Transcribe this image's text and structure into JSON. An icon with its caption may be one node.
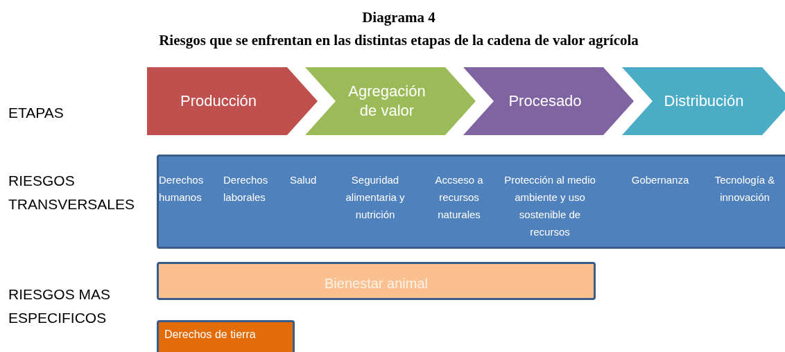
{
  "diagram": {
    "title": "Diagrama 4",
    "caption": "Riesgos que se enfrentan en las distintas etapas de la cadena de valor agrícola",
    "nodes": [
      {
        "text": [
          "Producción"
        ]
      },
      {
        "text": [
          "Agregación de valor"
        ]
      },
      {
        "text": [
          "Procesado"
        ]
      },
      {
        "text": [
          "Distribución"
        ]
      },
      {
        "text": [
          "Derechos humanos",
          "Derechos laborales",
          "Salud",
          "Seguridad alimentaria y nutrición",
          "Accseso a recursos naturales",
          "Protección al medio ambiente y uso sostenible de recursos",
          "Gobernanza",
          "Tecnología & innovación"
        ]
      },
      {
        "text": [
          "Bienestar animal"
        ]
      },
      {
        "text": [
          "Derechos de tierra"
        ]
      }
    ],
    "labels": [
      "ETAPAS",
      "RIESGOS TRANSVERSALES",
      "RIESGOS MAS ESPECIFICOS"
    ]
  }
}
